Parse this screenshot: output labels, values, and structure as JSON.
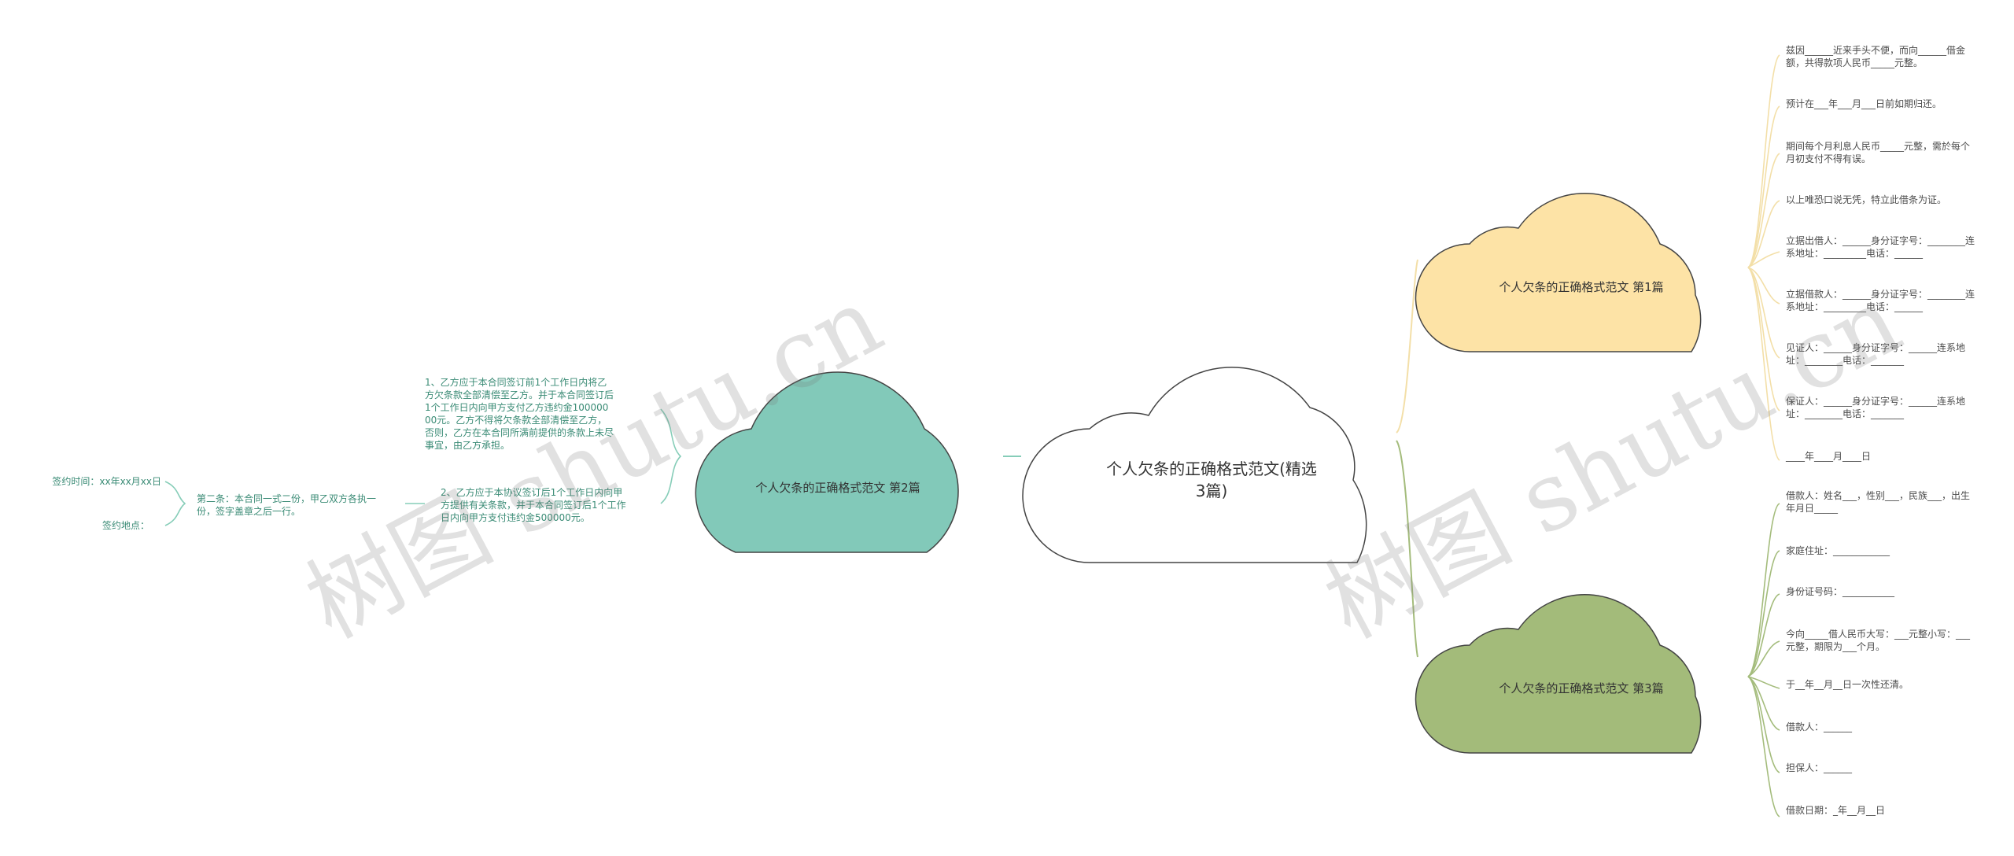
{
  "center": {
    "title": "个人欠条的正确格式范文(精选3篇)"
  },
  "branch1": {
    "title": "个人欠条的正确格式范文 第1篇",
    "items": [
      "兹因______近来手头不便，而向______借金额，共得款项人民币_____元整。",
      "预计在___年___月___日前如期归还。",
      "期间每个月利息人民币_____元整，需於每个月初支付不得有误。",
      "以上唯恐口说无凭，特立此借条为证。",
      "立据出借人：______身分证字号：________连系地址：_________电话：______",
      "立据借款人：______身分证字号：________连系地址：_________电话：______",
      "见证人：______身分证字号：______连系地址：________电话：_______",
      "保证人：______身分证字号：______连系地址：________电话：_______",
      "____年____月____日"
    ]
  },
  "branch2": {
    "title": "个人欠条的正确格式范文 第2篇",
    "items": [
      "1、乙方应于本合同签订前1个工作日内将乙方欠条款全部清偿至乙方。并于本合同签订后1个工作日内向甲方支付乙方违约金10000000元。乙方不得将欠条款全部清偿至乙方，否则，乙方在本合同所满前提供的条款上未尽事宜，由乙方承担。",
      "2、乙方应于本协议签订后1个工作日内向甲方提供有关条款，并于本合同签订后1个工作日内向甲方支付违约金500000元。"
    ],
    "sub": {
      "text": "第二条：本合同一式二份，甲乙双方各执一份，签字盖章之后一行。",
      "leaves": [
        "签约时间：xx年xx月xx日",
        "签约地点："
      ]
    }
  },
  "branch3": {
    "title": "个人欠条的正确格式范文 第3篇",
    "items": [
      "借款人：姓名___，性别___，民族___，出生年月日_____",
      "家庭住址：____________",
      "身份证号码：___________",
      "今向_____借人民币大写：___元整小写：___元整，期限为___个月。",
      "于__年__月__日一次性还清。",
      "借款人：______",
      "担保人：______",
      "借款日期：_年__月__日"
    ]
  },
  "watermark": [
    "树图 shutu.cn",
    "树图 shutu.cn"
  ],
  "colors": {
    "cloud1": "#fde3a6",
    "cloud2": "#82c9b9",
    "cloud3": "#a3bb7a",
    "line1": "#f3dfa8",
    "line2": "#86cdb8",
    "line3": "#a4bc7c"
  }
}
